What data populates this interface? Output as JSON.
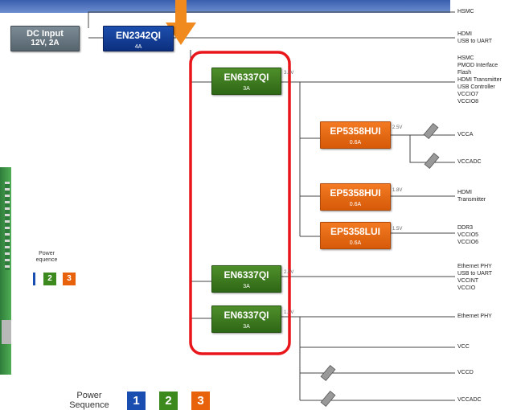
{
  "top_input": {
    "name": "DC Input",
    "rating": "12V, 2A"
  },
  "main_regulator": {
    "name": "EN2342QI",
    "current": "4A"
  },
  "regulators": [
    {
      "name": "EN6337QI",
      "current": "3A",
      "voltage": "3.3V"
    },
    {
      "name": "EN6337QI",
      "current": "3A",
      "voltage": "2.5V"
    },
    {
      "name": "EN6337QI",
      "current": "3A",
      "voltage": "1.1V"
    }
  ],
  "sub_regulators": [
    {
      "name": "EP5358HUI",
      "current": "0.6A",
      "voltage": "2.5V"
    },
    {
      "name": "EP5358HUI",
      "current": "0.6A",
      "voltage": "1.8V"
    },
    {
      "name": "EP5358LUI",
      "current": "0.6A",
      "voltage": "1.5V"
    }
  ],
  "outputs": {
    "top": [
      "HSMC"
    ],
    "main": [
      "HDMI",
      "USB to UART"
    ],
    "reg1": [
      "HSMC",
      "PMOD Interface",
      "Flash",
      "HDMI Transmitter",
      "USB Controller",
      "VCCIO7",
      "VCCIO8"
    ],
    "sub1a": [
      "VCCA"
    ],
    "sub1b": [
      "VCCADC"
    ],
    "sub2": [
      "HDMI",
      "Transmitter"
    ],
    "sub3": [
      "DDR3",
      "VCCIO5",
      "VCCIO6"
    ],
    "reg2": [
      "Ethernet PHY",
      "USB to UART",
      "VCCINT",
      "VCCIO"
    ],
    "reg3a": [
      "Ethernet PHY"
    ],
    "reg3b": [
      "VCC"
    ],
    "reg3c": [
      "VCCD"
    ],
    "reg3d": [
      "VCCADC"
    ]
  },
  "power_sequence_small": {
    "title_line1": "Power",
    "title_line2": "equence",
    "steps": [
      "2",
      "3"
    ]
  },
  "power_sequence": {
    "title_line1": "Power",
    "title_line2": "Sequence",
    "steps": [
      "1",
      "2",
      "3"
    ]
  },
  "colors": {
    "seq1": "#1a4db0",
    "seq2": "#3c8a1e",
    "seq3": "#e8620c",
    "highlight": "#e8161b",
    "arrow": "#f08a1e"
  }
}
